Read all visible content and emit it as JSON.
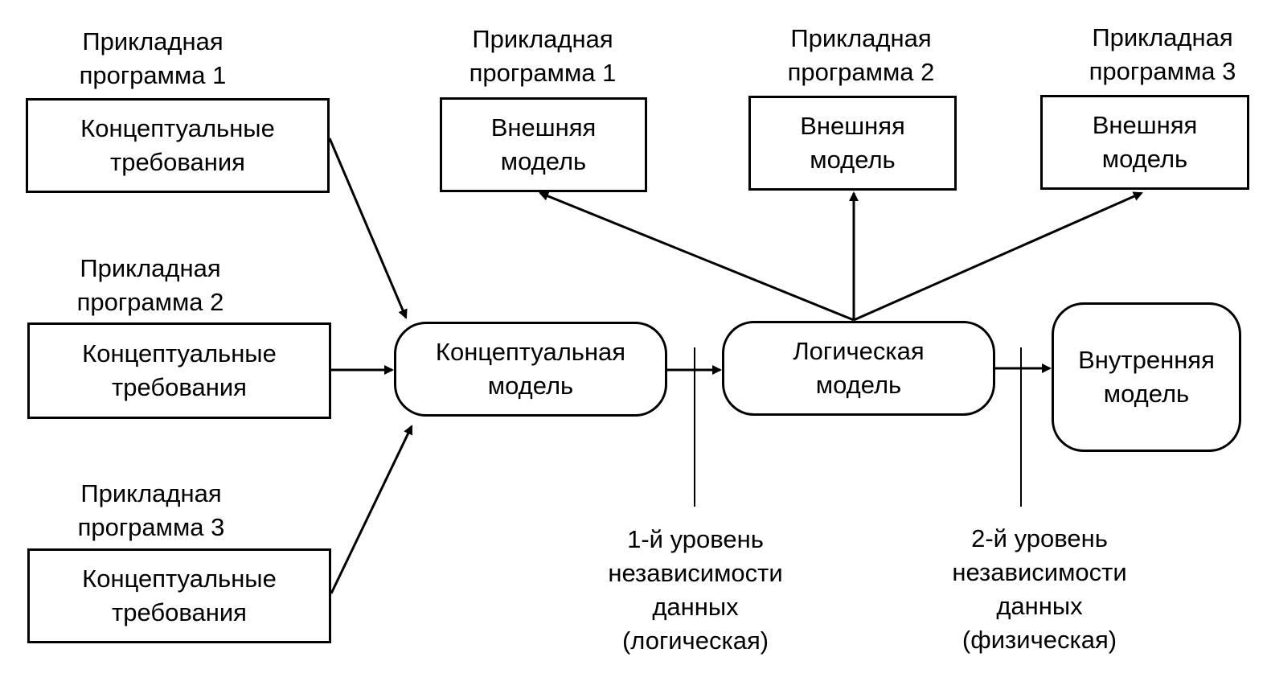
{
  "left_column": [
    {
      "caption": [
        "Прикладная",
        "программа 1"
      ],
      "box": [
        "Концептуальные",
        "требования"
      ]
    },
    {
      "caption": [
        "Прикладная",
        "программа 2"
      ],
      "box": [
        "Концептуальные",
        "требования"
      ]
    },
    {
      "caption": [
        "Прикладная",
        "программа 3"
      ],
      "box": [
        "Концептуальные",
        "требования"
      ]
    }
  ],
  "top_row": [
    {
      "caption": [
        "Прикладная",
        "программа 1"
      ],
      "box": [
        "Внешняя",
        "модель"
      ]
    },
    {
      "caption": [
        "Прикладная",
        "программа 2"
      ],
      "box": [
        "Внешняя",
        "модель"
      ]
    },
    {
      "caption": [
        "Прикладная",
        "программа 3"
      ],
      "box": [
        "Внешняя",
        "модель"
      ]
    }
  ],
  "center_row": {
    "conceptual": [
      "Концептуальная",
      "модель"
    ],
    "logical": [
      "Логическая",
      "модель"
    ],
    "internal": [
      "Внутренняя",
      "модель"
    ]
  },
  "levels": {
    "first": [
      "1-й уровень",
      "независимости",
      "данных",
      "(логическая)"
    ],
    "second": [
      "2-й уровень",
      "независимости",
      "данных",
      "(физическая)"
    ]
  }
}
